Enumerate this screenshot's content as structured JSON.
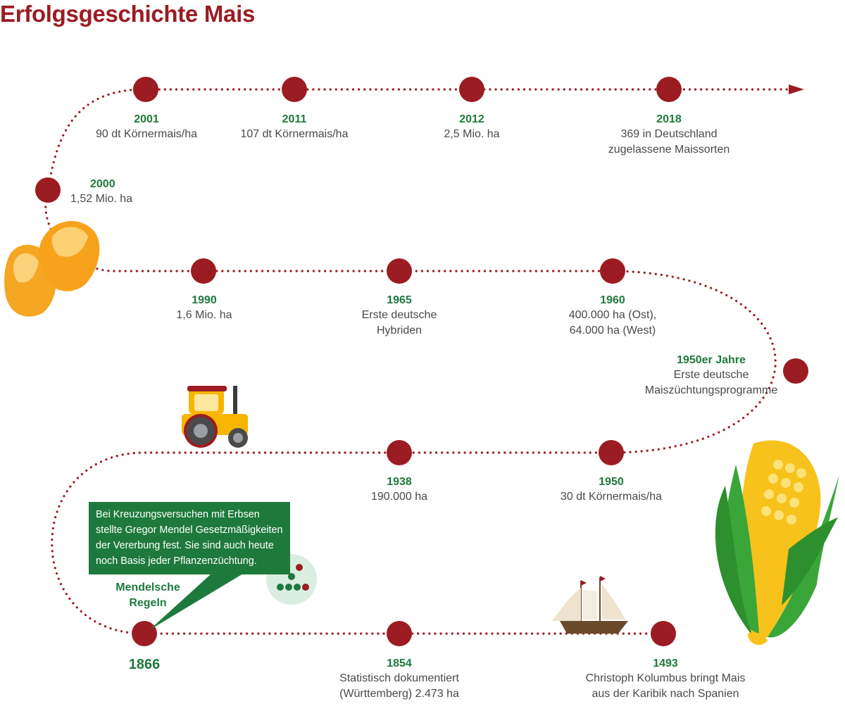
{
  "title": "Erfolgsgeschichte Mais",
  "colors": {
    "accent": "#9b1c22",
    "green": "#1e7a3c",
    "text": "#4a4a4a"
  },
  "events": [
    {
      "id": "1493",
      "year": "1493",
      "text": "Christoph Kolumbus bringt Mais\naus der Karibik nach Spanien"
    },
    {
      "id": "1854",
      "year": "1854",
      "text": "Statistisch dokumentiert\n(Württemberg) 2.473 ha"
    },
    {
      "id": "1866",
      "year": "1866",
      "text": ""
    },
    {
      "id": "1938",
      "year": "1938",
      "text": "190.000 ha"
    },
    {
      "id": "1950",
      "year": "1950",
      "text": "30 dt Körnermais/ha"
    },
    {
      "id": "1950er",
      "year": "1950er Jahre",
      "text": "Erste deutsche\nMaiszüchtungsprogramme"
    },
    {
      "id": "1960",
      "year": "1960",
      "text": "400.000 ha (Ost),\n64.000 ha (West)"
    },
    {
      "id": "1965",
      "year": "1965",
      "text": "Erste deutsche\nHybriden"
    },
    {
      "id": "1990",
      "year": "1990",
      "text": "1,6 Mio. ha"
    },
    {
      "id": "2000",
      "year": "2000",
      "text": "1,52 Mio. ha"
    },
    {
      "id": "2001",
      "year": "2001",
      "text": "90 dt Körnermais/ha"
    },
    {
      "id": "2011",
      "year": "2011",
      "text": "107 dt Körnermais/ha"
    },
    {
      "id": "2012",
      "year": "2012",
      "text": "2,5 Mio. ha"
    },
    {
      "id": "2018",
      "year": "2018",
      "text": "369 in Deutschland\nzugelassene Maissorten"
    }
  ],
  "mendel": {
    "label": "Mendelsche\nRegeln",
    "callout": "Bei Kreuzungsversuchen mit Erbsen\nstellte Gregor Mendel Gesetzmäßigkeiten\nder Vererbung fest. Sie sind auch heute\nnoch Basis jeder Pflanzenzüchtung."
  },
  "icons": [
    "corn-cob-icon",
    "ship-icon",
    "tractor-icon",
    "corn-kernels-icon",
    "pea-genetics-icon"
  ]
}
